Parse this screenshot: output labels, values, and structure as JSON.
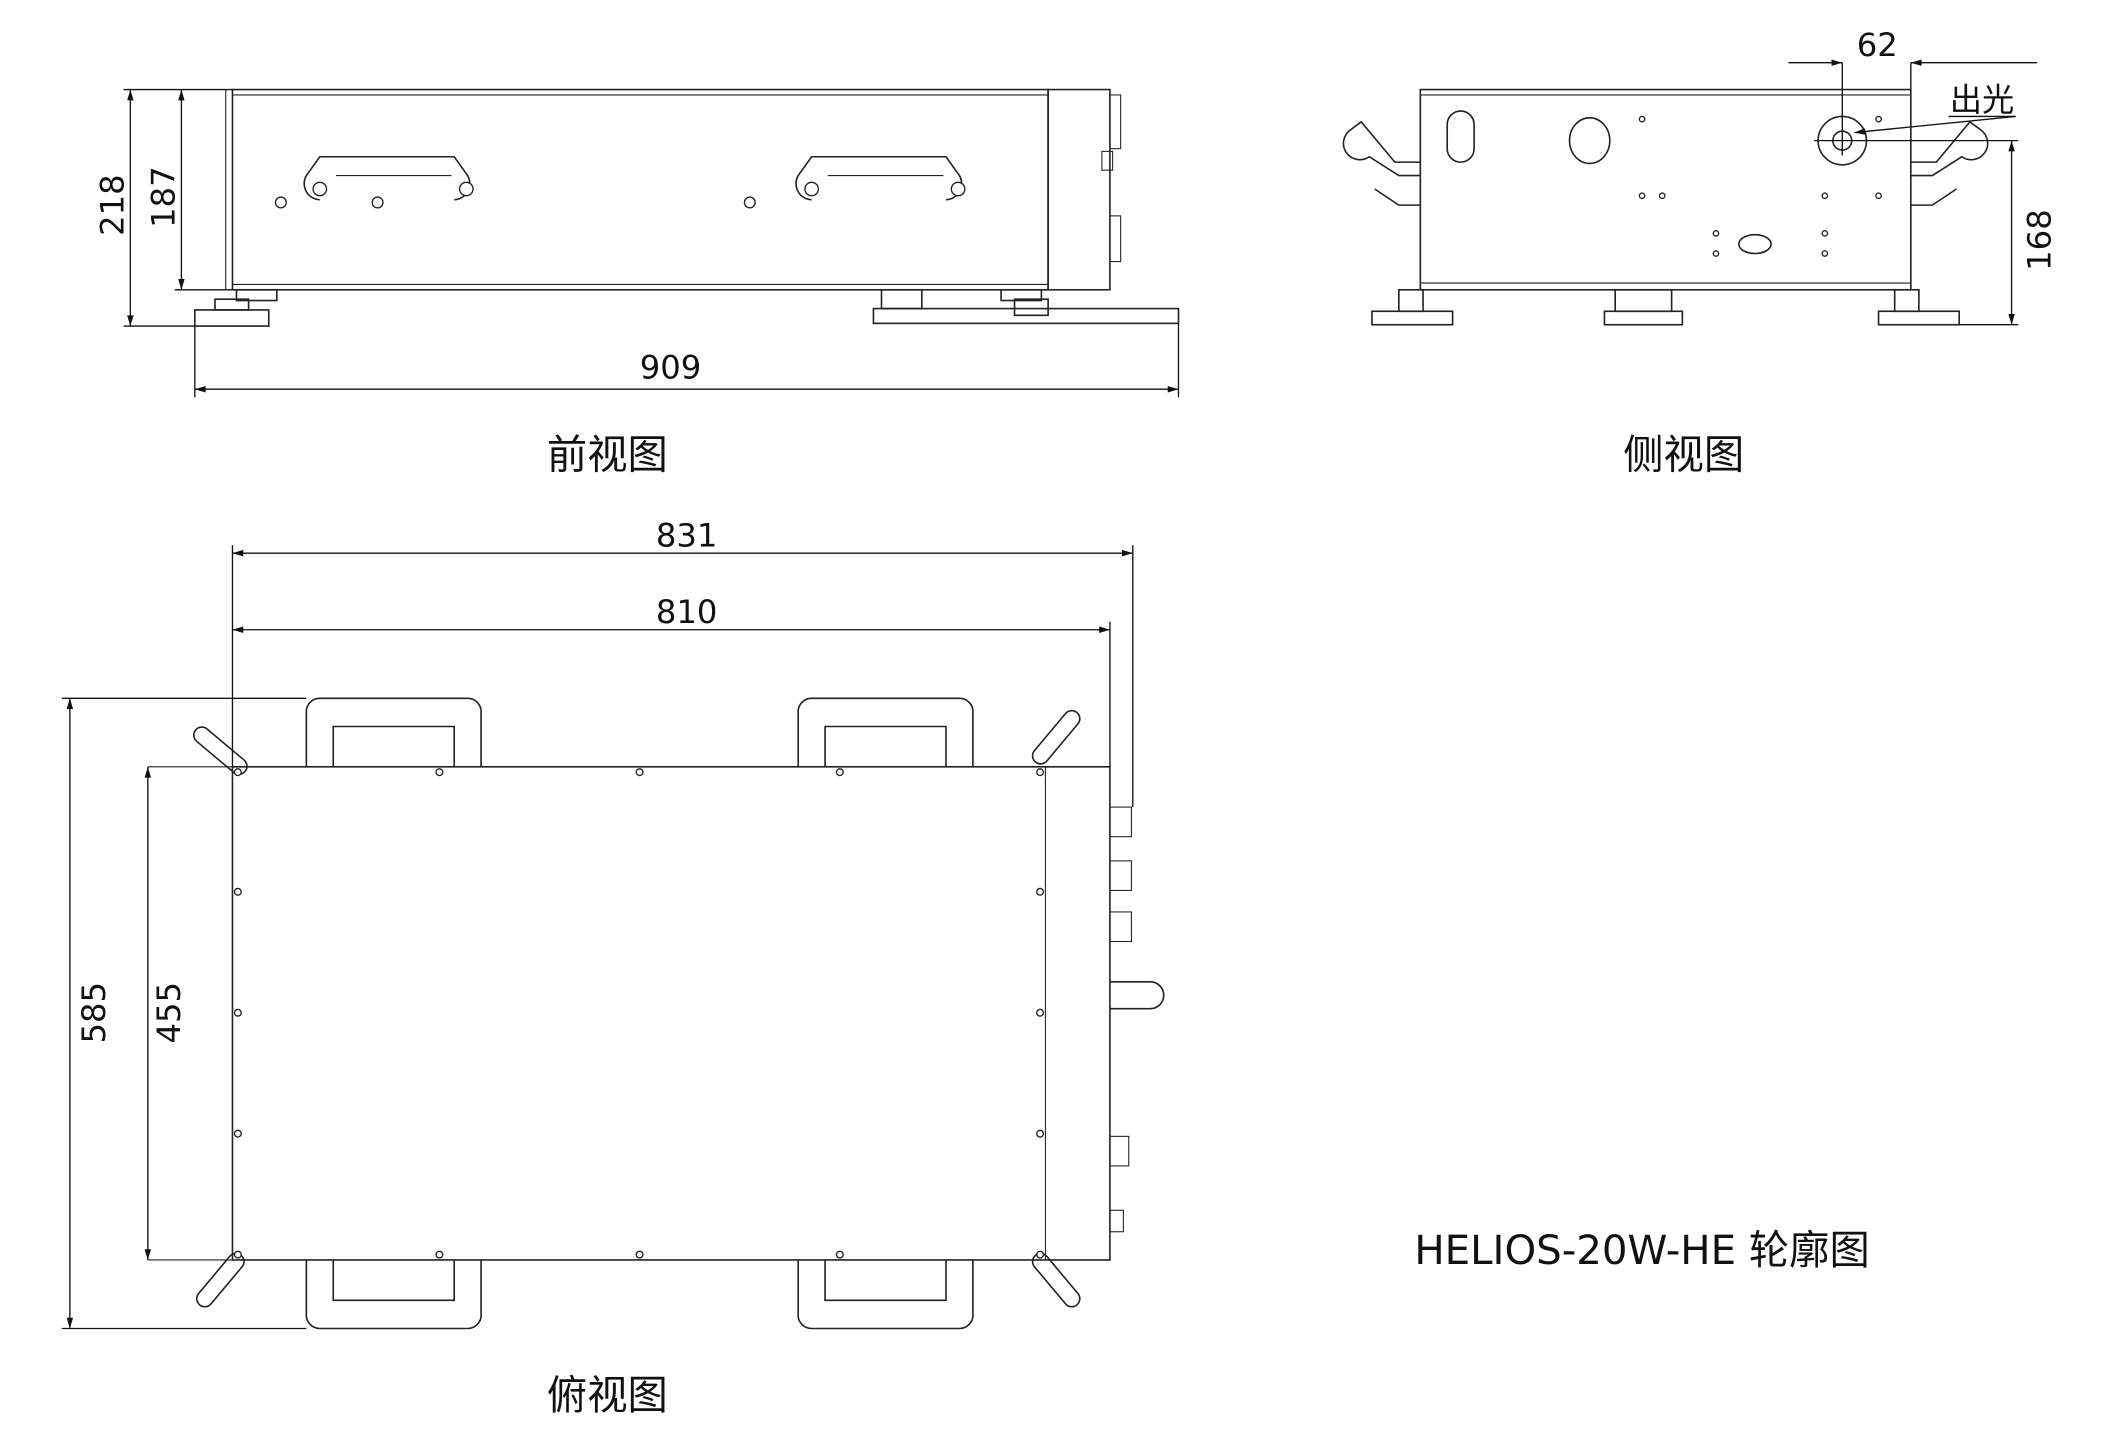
{
  "title": "HELIOS-20W-HE 轮廓图",
  "views": {
    "front": {
      "label": "前视图",
      "dims": {
        "height_total": "218",
        "height_body": "187",
        "width_total": "909"
      }
    },
    "side": {
      "label": "侧视图",
      "dims": {
        "output_offset": "62",
        "output_height": "168"
      },
      "output_label": "出光"
    },
    "top": {
      "label": "俯视图",
      "dims": {
        "width_total": "831",
        "width_body": "810",
        "depth_total": "585",
        "depth_body": "455"
      }
    }
  }
}
